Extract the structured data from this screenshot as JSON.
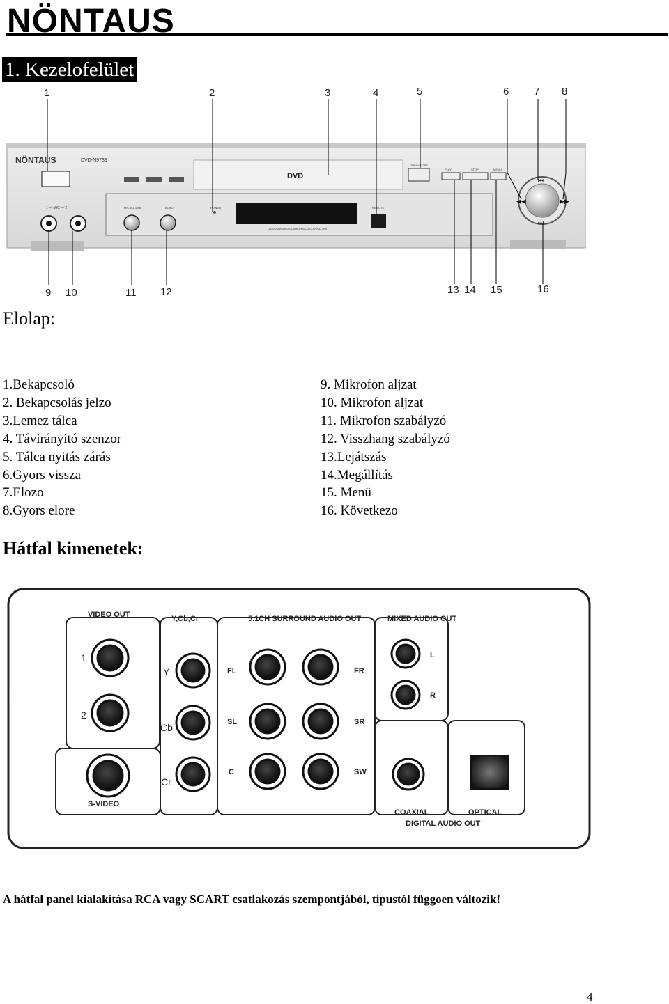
{
  "brand": {
    "logo_text": "NÖNTAUS"
  },
  "section": {
    "title": "1. Kezelofelület"
  },
  "front": {
    "heading": "Elolap:",
    "diagram": {
      "callouts": [
        "1",
        "2",
        "3",
        "4",
        "5",
        "6",
        "7",
        "8",
        "9",
        "10",
        "11",
        "12",
        "13",
        "14",
        "15",
        "16"
      ],
      "brand_label": "NÖNTAUS",
      "model_label": "DVD-N9739",
      "mic_label": "1 — MIC — 2",
      "mic_vol_label": "MIC VOLUME",
      "echo_label": "ECHO",
      "power_label": "POWER",
      "remote_label": "REMOTE",
      "open_close_label": "OPEN/CLOSE",
      "play_label": "PLAY",
      "stop_label": "STOP",
      "menu_label": "MENU",
      "dvd_label": "DVD",
      "formats_label": "DVD/CD/VCD/SVCD/MP3/HDCD/CD-R/CD-RW"
    },
    "legend_left": [
      "1.Bekapcsoló",
      "2. Bekapcsolás jelzo",
      "3.Lemez tálca",
      "4. Távirányító szenzor",
      "5. Tálca nyitás zárás",
      "6.Gyors vissza",
      "7.Elozo",
      "8.Gyors elore"
    ],
    "legend_right": [
      "9. Mikrofon aljzat",
      "10. Mikrofon aljzat",
      "11. Mikrofon szabályzó",
      "12. Visszhang szabályzó",
      "13.Lejátszás",
      "14.Megállítás",
      "15. Menü",
      "16. Következo"
    ]
  },
  "rear": {
    "heading": "Hátfal kimenetek:",
    "diagram": {
      "video_out": "VIDEO OUT",
      "ycbcr": "Y,Cb,Cr",
      "surround": "5.1CH SURROUND AUDIO OUT",
      "mixed": "MIXED AUDIO OUT",
      "svideo": "S-VIDEO",
      "coaxial": "COAXIAL",
      "optical": "OPTICAL",
      "digital": "DIGITAL AUDIO OUT",
      "video_ports": [
        "1",
        "2"
      ],
      "comp_ports": [
        "Y",
        "Cb",
        "Cr"
      ],
      "surround_left": [
        "FL",
        "SL",
        "C"
      ],
      "surround_right": [
        "FR",
        "SR",
        "SW"
      ],
      "mixed_ports": [
        "L",
        "R"
      ]
    }
  },
  "note": "A hátfal panel kialakítása RCA vagy SCART csatlakozás szempontjából, típustól függoen változik!",
  "page_number": "4"
}
